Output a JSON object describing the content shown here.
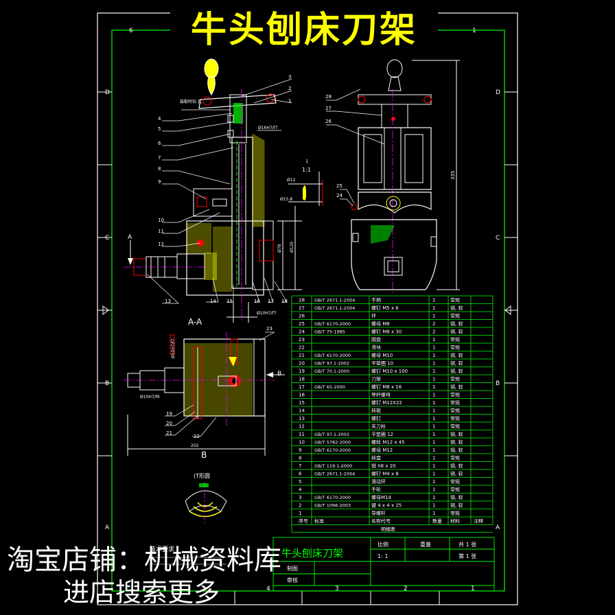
{
  "title": "牛头刨床刀架",
  "watermark": {
    "line1": "淘宝店铺：机械资料库",
    "line2": "进店搜索更多"
  },
  "zone_numbers_top": [
    "6",
    "1"
  ],
  "zone_numbers_bottom": [
    "4",
    "3",
    "2",
    "1"
  ],
  "zone_letters": [
    "D",
    "C",
    "B",
    "A"
  ],
  "views": {
    "section_aa": "A-A",
    "arrow_a": "A",
    "arrow_b": "B",
    "view_b": "B",
    "detail_label": "I",
    "detail_scale": "1:1",
    "t_slot": "(T形圆"
  },
  "callouts": {
    "front_left": [
      "4",
      "5",
      "6",
      "7",
      "8",
      "9",
      "10",
      "11",
      "12",
      "13",
      "14",
      "15",
      "16",
      "17",
      "18"
    ],
    "front_right": [
      "3",
      "2",
      "1"
    ],
    "side": [
      "28",
      "27",
      "26",
      "25",
      "24"
    ],
    "section": [
      "23",
      "19",
      "20",
      "21",
      "22"
    ]
  },
  "dimensions": {
    "fit_top": "Ø16H7/f7",
    "fit_bottom": "Ø10H7/f7",
    "fit_section": "Ø10H7/f6",
    "dia_12": "Ø12",
    "dia_158": "Ø15.8",
    "dia_78": "Ø78",
    "dia_120": "Ø120",
    "height_335": "335",
    "width_202": "202"
  },
  "assembly_note": "装配时钻 孔",
  "bom": {
    "headers": [
      "序号",
      "标准",
      "名称代号",
      "数量",
      "材料",
      "注释"
    ],
    "caption": "明细表",
    "rows": [
      [
        "28",
        "GB/T 2671.1-2004",
        "手柄",
        "1",
        "常规",
        ""
      ],
      [
        "27",
        "GB/T 2671.1-2004",
        "螺钉 M5 x 6",
        "1",
        "钢, 软",
        ""
      ],
      [
        "26",
        "",
        "环",
        "1",
        "常规",
        ""
      ],
      [
        "25",
        "GB/T 6170-2000",
        "螺母  M8",
        "2",
        "钢, 软",
        ""
      ],
      [
        "24",
        "GB/T 75-1985",
        "螺钉 M8 x 30",
        "2",
        "钢, 软",
        ""
      ],
      [
        "23",
        "",
        "圆盘",
        "1",
        "常规",
        ""
      ],
      [
        "22",
        "",
        "滑块",
        "1",
        "常规",
        ""
      ],
      [
        "21",
        "GB/T 6170-2000",
        "螺母  M10",
        "1",
        "钢, 软",
        ""
      ],
      [
        "20",
        "GB/T 97.1-2002",
        "平垫圈  10",
        "1",
        "钢, 软",
        ""
      ],
      [
        "19",
        "GB/T 70.1-2000",
        "螺钉  M10 x 100",
        "1",
        "钢, 软",
        ""
      ],
      [
        "18",
        "",
        "刀架",
        "1",
        "常规",
        ""
      ],
      [
        "17",
        "GB/T 65-2000",
        "螺钉  M8 x 16",
        "1",
        "钢, 软",
        ""
      ],
      [
        "16",
        "",
        "导杆螺母",
        "1",
        "常规",
        ""
      ],
      [
        "15",
        "",
        "螺钉 M12X22",
        "1",
        "常规",
        ""
      ],
      [
        "14",
        "",
        "转轭",
        "1",
        "常规",
        ""
      ],
      [
        "13",
        "",
        "螺钉",
        "1",
        "常规",
        ""
      ],
      [
        "12",
        "",
        "夹刀柱",
        "1",
        "常规",
        ""
      ],
      [
        "11",
        "GB/T 97.1-2002",
        "平垫圈  12",
        "1",
        "钢, 软",
        ""
      ],
      [
        "10",
        "GB/T 5782-2000",
        "螺栓  M12 x 45",
        "1",
        "钢, 软",
        ""
      ],
      [
        "9",
        "GB/T 6170-2000",
        "螺母  M12",
        "1",
        "钢, 软",
        ""
      ],
      [
        "8",
        "",
        "转盘",
        "1",
        "常规",
        ""
      ],
      [
        "7",
        "GB/T 119.1-2000",
        "销 h8 x 20",
        "1",
        "钢, 软",
        ""
      ],
      [
        "6",
        "GB/T 2671.1-2004",
        "螺钉  M4 x 8",
        "1",
        "钢, 软",
        ""
      ],
      [
        "5",
        "",
        "滑动环",
        "1",
        "常规",
        ""
      ],
      [
        "4",
        "",
        "手轮",
        "1",
        "常规",
        ""
      ],
      [
        "3",
        "GB/T 6170-2000",
        "螺母M14",
        "1",
        "钢, 软",
        ""
      ],
      [
        "2",
        "GB/T 1096-2003",
        "键 4 x 4 x 25",
        "1",
        "钢, 软",
        ""
      ],
      [
        "1",
        "",
        "导螺杆",
        "1",
        "常规",
        ""
      ]
    ]
  },
  "title_block": {
    "name": "牛头刨床刀架",
    "scale_label": "比例",
    "scale_value": "1: 1",
    "weight_label": "重量",
    "sheets_total": "共 1 张",
    "sheet_no": "第 1 张",
    "drawn_by": "制图",
    "checked_by": "审核",
    "tech_req": "技术要求"
  },
  "colors": {
    "frame": "#ffffff",
    "table": "#00ff00",
    "text": "#ffff00",
    "part": "#ff0000",
    "centerline": "#ff00ff",
    "accent": "#00ffff",
    "title": "#ffff00"
  }
}
